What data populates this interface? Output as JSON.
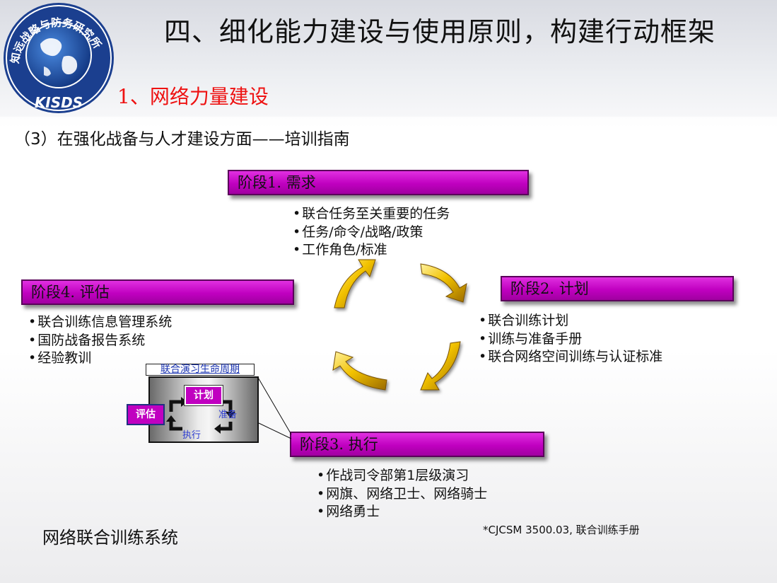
{
  "logo": {
    "ring_text": "知远战略与防务研究所",
    "acronym": "KISDS"
  },
  "header": {
    "title": "四、细化能力建设与使用原则，构建行动框架",
    "subtitle": "1、网络力量建设"
  },
  "section_heading": "（3）在强化战备与人才建设方面——培训指南",
  "stages": [
    {
      "label": "阶段1.  需求",
      "bullets": [
        "联合任务至关重要的任务",
        "任务/命令/战略/政策",
        "工作角色/标准"
      ]
    },
    {
      "label": "阶段2.     计划",
      "bullets": [
        "联合训练计划",
        "训练与准备手册",
        "联合网络空间训练与认证标准"
      ]
    },
    {
      "label": "阶段3.     执行",
      "bullets": [
        "作战司令部第1层级演习",
        "网旗、网络卫士、网络骑士",
        "网络勇士"
      ]
    },
    {
      "label": "阶段4.  评估",
      "bullets": [
        "联合训练信息管理系统",
        "国防战备报告系统",
        "经验教训"
      ]
    }
  ],
  "inset": {
    "title": "联合演习生命周期",
    "plan": "计划",
    "prepare": "准备",
    "execute": "执行",
    "evaluate": "评估"
  },
  "system_label": "网络联合训练系统",
  "footnote": "*CJCSM 3500.03, 联合训练手册",
  "colors": {
    "stage_bar": "#c000c0",
    "arrow_gold": "#f2c200",
    "subtitle_red": "#ee1111",
    "logo_blue": "#1b3f8f"
  }
}
